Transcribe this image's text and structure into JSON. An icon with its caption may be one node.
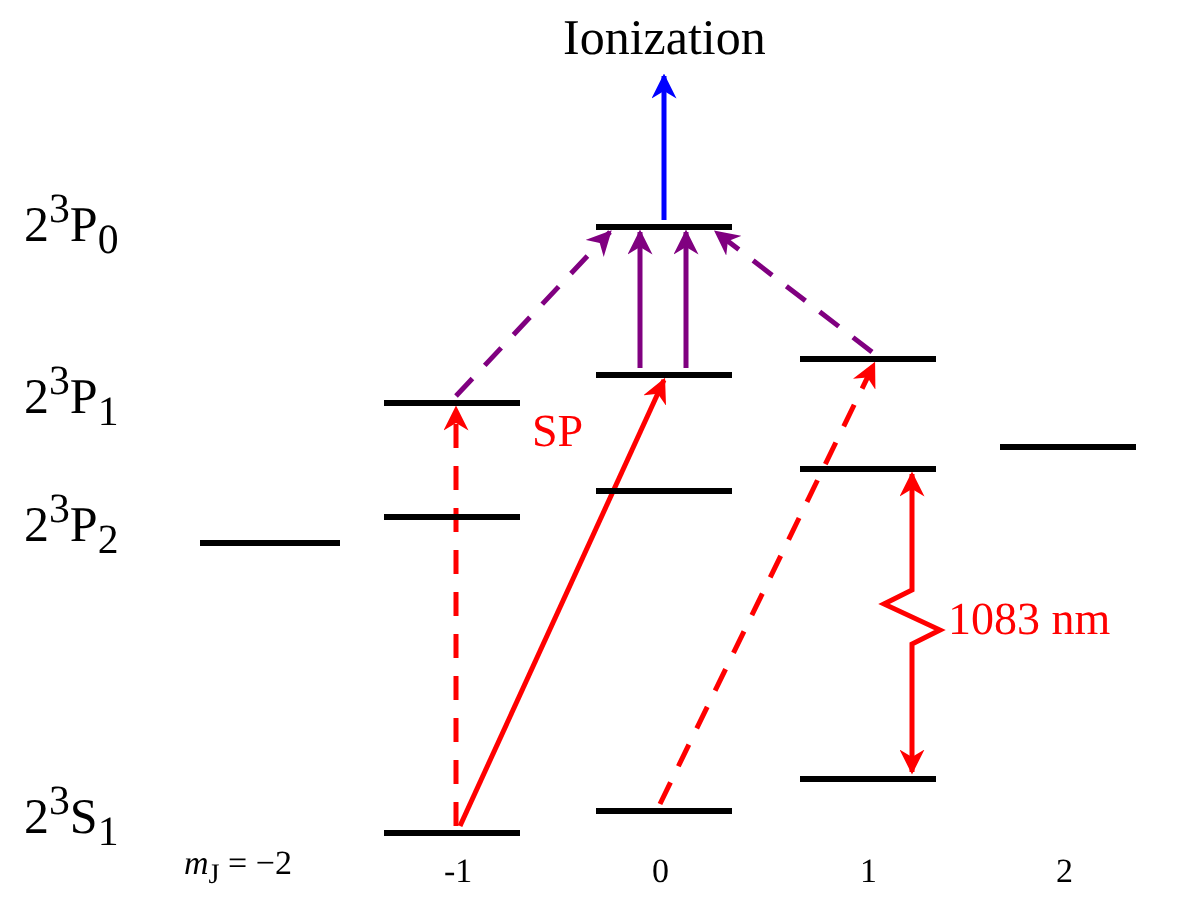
{
  "diagram": {
    "nodes": [
      {
        "text": [
          "Ionization"
        ]
      },
      {
        "text": [],
        "shape": "bar"
      },
      {
        "text": [],
        "shape": "bar"
      },
      {
        "text": [],
        "shape": "bar"
      },
      {
        "text": [],
        "shape": "bar"
      },
      {
        "text": [],
        "shape": "bar"
      },
      {
        "text": [],
        "shape": "bar"
      },
      {
        "text": [],
        "shape": "bar"
      },
      {
        "text": [],
        "shape": "bar"
      },
      {
        "text": [],
        "shape": "bar"
      },
      {
        "text": [],
        "shape": "bar"
      },
      {
        "text": [],
        "shape": "bar"
      },
      {
        "text": [],
        "shape": "bar"
      }
    ],
    "edges": [
      {
        "from": 1,
        "to": 0,
        "arrow": "to",
        "color": "#0000ff"
      },
      {
        "from": 4,
        "to": 1,
        "arrow": "to",
        "style": "dashed",
        "color": "#800080"
      },
      {
        "from": 3,
        "to": 1,
        "arrow": "to",
        "color": "#800080"
      },
      {
        "from": 3,
        "to": 1,
        "arrow": "to",
        "color": "#800080"
      },
      {
        "from": 2,
        "to": 1,
        "arrow": "to",
        "style": "dashed",
        "color": "#800080"
      },
      {
        "from": 12,
        "to": 4,
        "arrow": "to",
        "style": "dashed",
        "color": "#ff0000"
      },
      {
        "from": 12,
        "to": 3,
        "arrow": "to",
        "label": "SP",
        "color": "#ff0000"
      },
      {
        "from": 11,
        "to": 2,
        "arrow": "to",
        "style": "dashed",
        "color": "#ff0000"
      },
      {
        "from": 6,
        "to": 10,
        "arrow": "both",
        "label": "1083 nm",
        "color": "#ff0000"
      }
    ],
    "labels": [
      "2$^{3}$P$_{0}$",
      "2$^{3}$P$_{1}$",
      "2$^{3}$P$_{2}$",
      "2$^{3}$S$_{1}$",
      "*m*$_{J}$ = −2",
      "-1",
      "0",
      "1",
      "2"
    ]
  }
}
